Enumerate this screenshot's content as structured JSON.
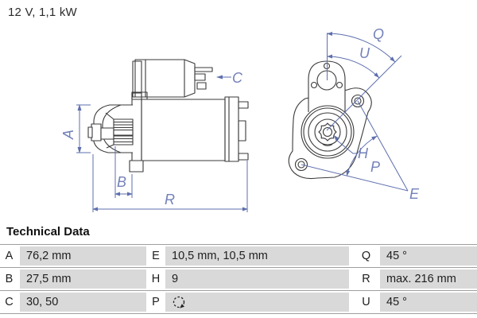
{
  "title": "12 V, 1,1 kW",
  "drawing": {
    "description": "starter-motor side view and mounting flange end view with dimension callouts",
    "outline_color": "#3a3a3a",
    "dimension_color": "#5e6fae",
    "labels": {
      "A": "A",
      "B": "B",
      "C": "C",
      "R": "R",
      "Q": "Q",
      "U": "U",
      "H": "H",
      "P": "P",
      "E": "E"
    }
  },
  "technical_data": {
    "heading": "Technical Data",
    "grid_color": "#9f9f9f",
    "cell_color": "#d9d9d9",
    "rows": [
      {
        "k1": "A",
        "v1": "76,2 mm",
        "k2": "E",
        "v2": "10,5 mm, 10,5 mm",
        "k3": "Q",
        "v3": "45 °"
      },
      {
        "k1": "B",
        "v1": "27,5 mm",
        "k2": "H",
        "v2": "9",
        "k3": "R",
        "v3": "max. 216 mm"
      },
      {
        "k1": "C",
        "v1": "30, 50",
        "k2": "P",
        "v2": "",
        "v2_icon": "clockwise-rotation-icon",
        "k3": "U",
        "v3": "45 °"
      }
    ]
  }
}
